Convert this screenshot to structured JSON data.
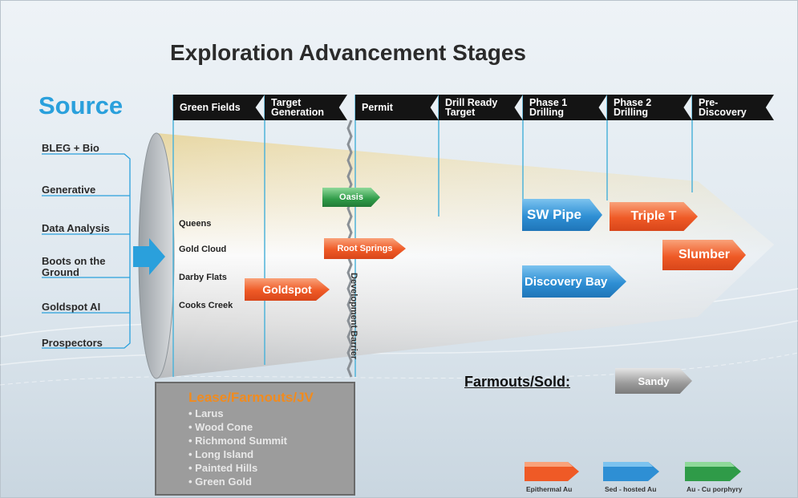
{
  "title": "Exploration Advancement Stages",
  "source": {
    "heading": "Source",
    "items": [
      "BLEG + Bio",
      "Generative",
      "Data Analysis",
      "Boots on the\nGround",
      "Goldspot AI",
      "Prospectors"
    ]
  },
  "stages": [
    "Green Fields",
    "Target\nGeneration",
    "Permit",
    "Drill Ready\nTarget",
    "Phase 1\nDrilling",
    "Phase 2\nDrilling",
    "Pre-\nDiscovery"
  ],
  "plain_projects": [
    "Queens",
    "Gold Cloud",
    "Darby Flats",
    "Cooks Creek"
  ],
  "arrows": {
    "oasis": {
      "label": "Oasis",
      "type": "Au - Cu porphyry"
    },
    "root_springs": {
      "label": "Root Springs",
      "type": "Epithermal Au"
    },
    "goldspot": {
      "label": "Goldspot",
      "type": "Epithermal Au"
    },
    "sw_pipe": {
      "label": "SW Pipe",
      "type": "Sed - hosted Au"
    },
    "discovery_bay": {
      "label": "Discovery Bay",
      "type": "Sed - hosted Au"
    },
    "triple_t": {
      "label": "Triple T",
      "type": "Epithermal Au"
    },
    "slumber": {
      "label": "Slumber",
      "type": "Epithermal Au"
    },
    "sandy": {
      "label": "Sandy"
    }
  },
  "barrier_label": "Development Barrier",
  "lease": {
    "title": "Lease/Farmouts/JV",
    "items": [
      "• Larus",
      "• Wood Cone",
      "• Richmond Summit",
      "• Long Island",
      "• Painted Hills",
      "• Green Gold"
    ]
  },
  "farmouts_label": "Farmouts/Sold:",
  "legend": [
    {
      "label": "Epithermal Au",
      "color": "#ef5a26"
    },
    {
      "label": "Sed - hosted Au",
      "color": "#2e8fd4"
    },
    {
      "label": "Au - Cu porphyry",
      "color": "#2f9b48"
    }
  ],
  "colors": {
    "source": "#2aa0dc",
    "lease_title": "#f18b1e",
    "flag": "#141414"
  }
}
